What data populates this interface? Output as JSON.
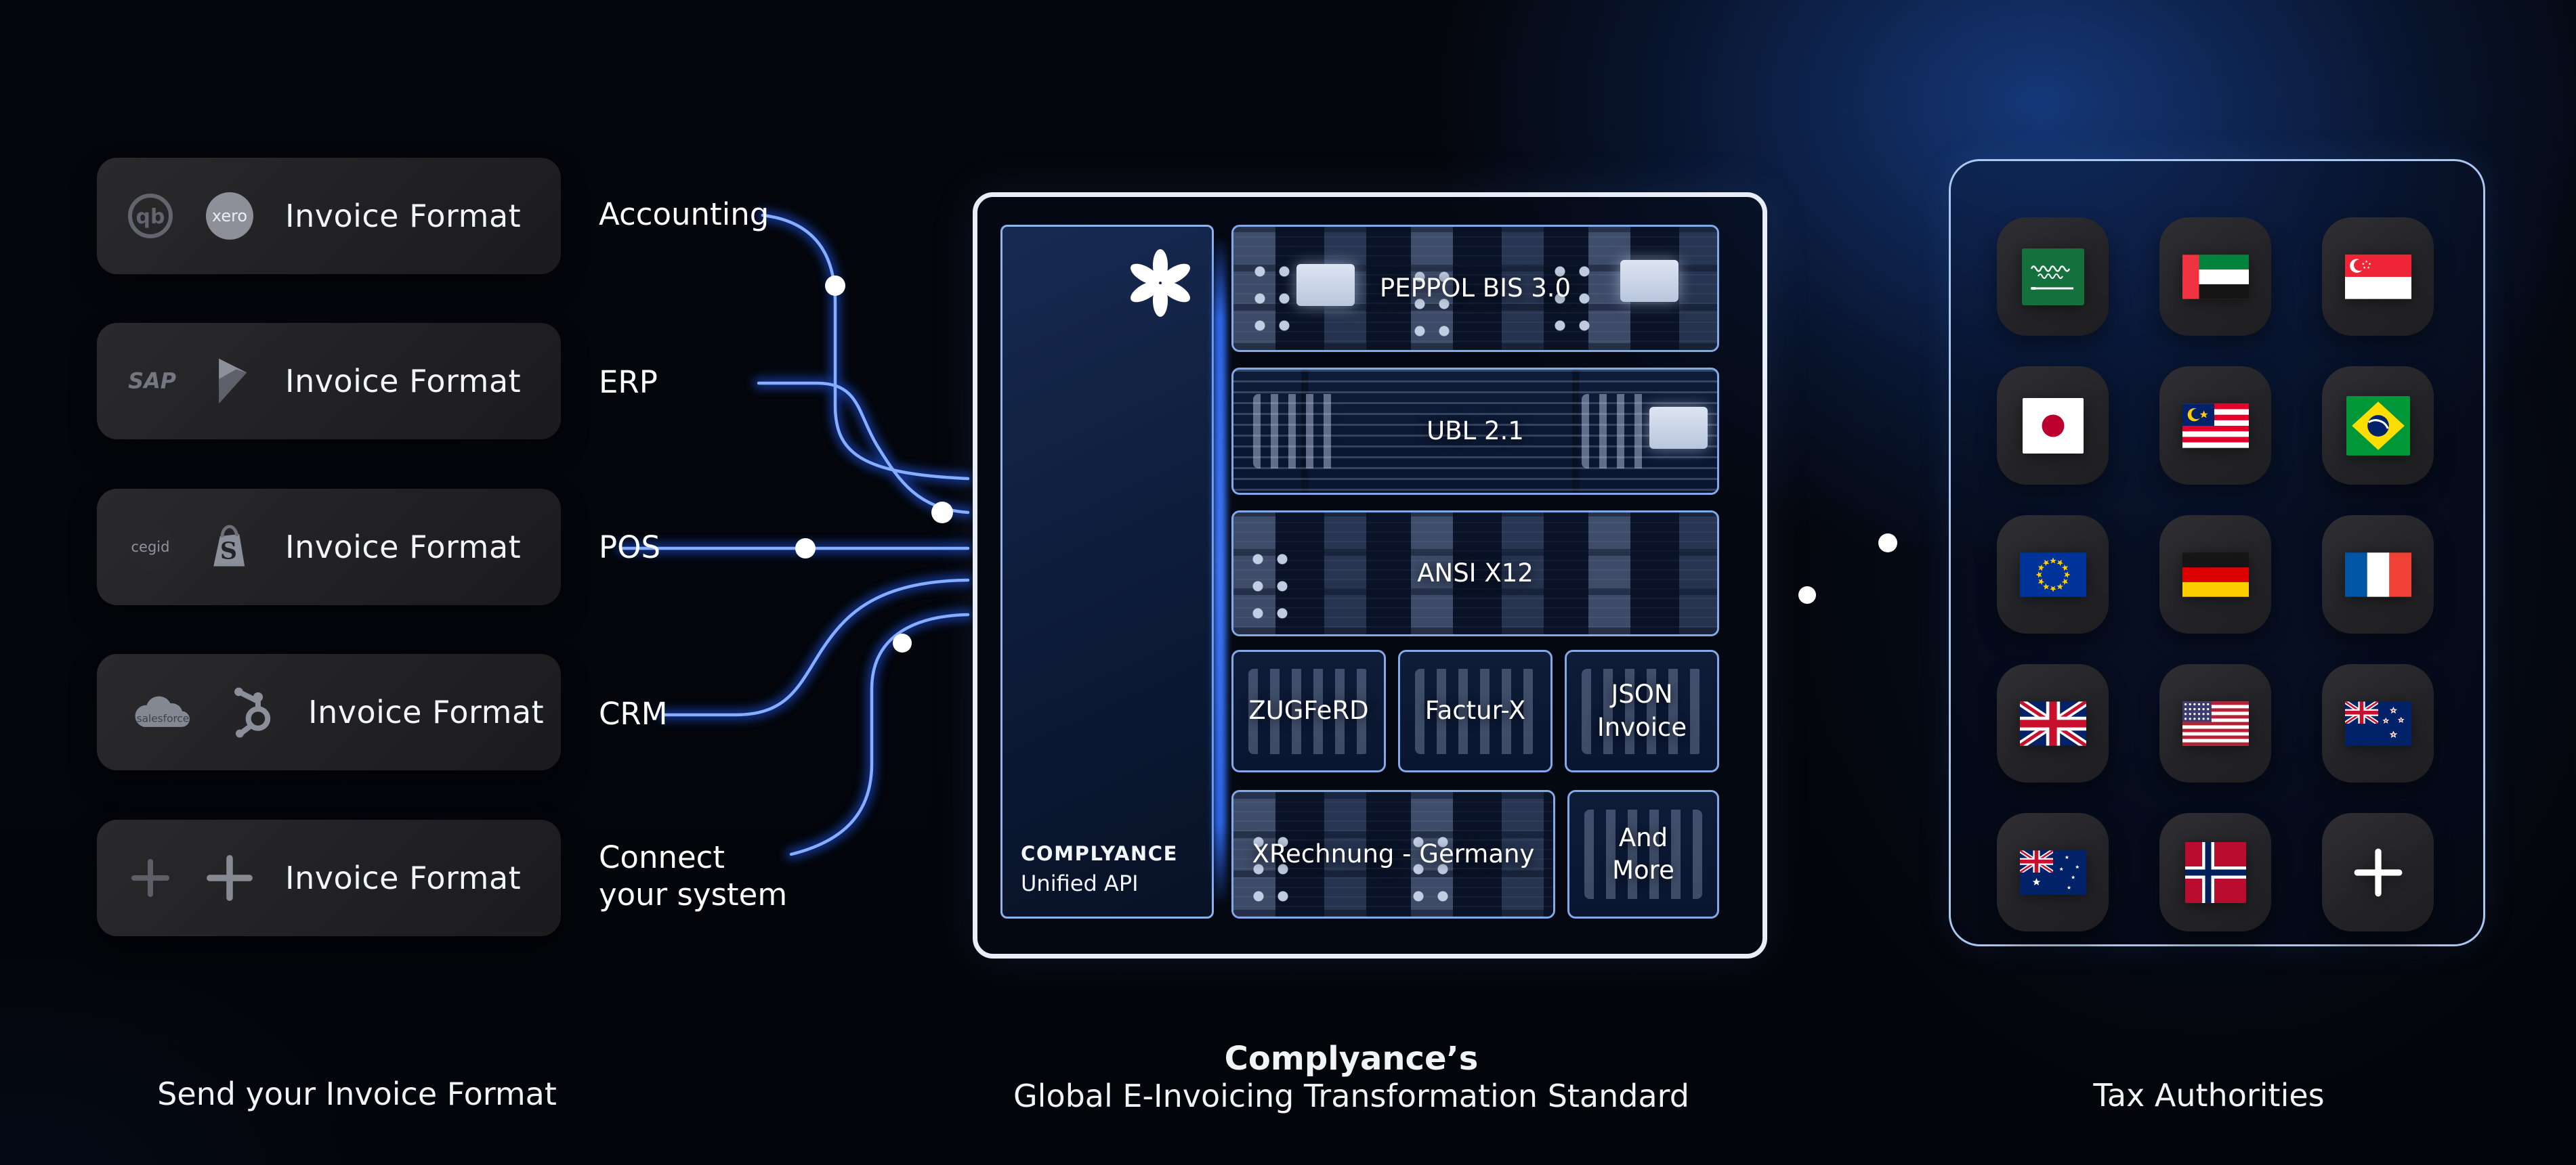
{
  "captions": {
    "sources": "Send your Invoice Format",
    "hub_title": "Complyance’s",
    "hub_subtitle": "Global E-Invoicing Transformation Standard",
    "tax": "Tax Authorities"
  },
  "categories": [
    "Accounting",
    "ERP",
    "POS",
    "CRM",
    "Connect\nyour system"
  ],
  "cards": [
    {
      "label": "Invoice Format",
      "icons": [
        "quickbooks-logo-icon",
        "xero-logo-icon"
      ]
    },
    {
      "label": "Invoice Format",
      "icons": [
        "sap-logo-icon",
        "dynamics365-logo-icon"
      ]
    },
    {
      "label": "Invoice Format",
      "icons": [
        "cegid-logo-icon",
        "shopify-logo-icon"
      ]
    },
    {
      "label": "Invoice Format",
      "icons": [
        "salesforce-logo-icon",
        "hubspot-logo-icon"
      ]
    },
    {
      "label": "Invoice Format",
      "icons": [
        "plus-icon",
        "plus-icon"
      ]
    }
  ],
  "hub": {
    "brand_line1": "COMPLYANCE",
    "brand_line2": "Unified API",
    "logo_icon": "complyance-asterisk-icon",
    "formats": [
      {
        "label": "PEPPOL BIS 3.0"
      },
      {
        "label": "UBL 2.1"
      },
      {
        "label": "ANSI X12"
      },
      {
        "label": "ZUGFeRD"
      },
      {
        "label": "Factur-X"
      },
      {
        "label": "JSON\nInvoice"
      },
      {
        "label": "XRechnung - Germany"
      },
      {
        "label": "And\nMore"
      }
    ]
  },
  "tax_authorities": {
    "flag_icons": [
      "saudi-arabia-flag",
      "uae-flag",
      "singapore-flag",
      "japan-flag",
      "malaysia-flag",
      "brazil-flag",
      "eu-flag",
      "germany-flag",
      "france-flag",
      "uk-flag",
      "usa-flag",
      "new-zealand-flag",
      "australia-flag",
      "norway-flag",
      "add-more-icon"
    ]
  },
  "colors": {
    "wire_blue": "#3b74ff",
    "hub_border": "#e8edf9",
    "row_border": "#85a9e8",
    "panel_border": "#a9c7ef",
    "navy_panel": "#0e2145",
    "card_bg": "#232326"
  }
}
